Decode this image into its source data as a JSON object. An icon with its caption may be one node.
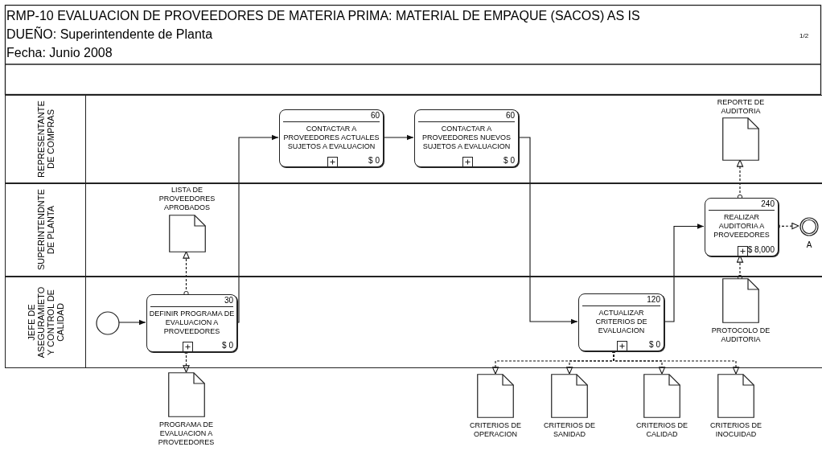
{
  "diagram": {
    "title": "RMP-10 EVALUACION DE PROVEEDORES DE MATERIA PRIMA: MATERIAL DE EMPAQUE (SACOS) AS IS",
    "nodes": [
      {
        "text": [
          "REPRESENTANTE DE COMPRAS"
        ]
      },
      {
        "text": [
          "SUPERINTENDNTE DE PLANTA"
        ]
      },
      {
        "text": [
          "JEFE DE ASEGURAMIETO Y CONTROL DE CALIDAD"
        ]
      },
      {
        "text": [],
        "shape": "circle",
        "in": 2
      },
      {
        "text": [
          "30",
          "DEFINIR PROGRAMA DE EVALUACION A PROVEEDORES",
          "$ 0"
        ],
        "in": 2
      },
      {
        "text": [
          "60",
          "CONTACTAR A PROVEEDORES ACTUALES SUJETOS A EVALUACION",
          "$ 0"
        ],
        "in": 0
      },
      {
        "text": [
          "60",
          "CONTACTAR A PROVEEDORES NUEVOS SUJETOS A EVALUACION",
          "$ 0"
        ],
        "in": 0
      },
      {
        "text": [
          "120",
          "ACTUALIZAR CRITERIOS DE EVALUACION",
          "$ 0"
        ],
        "in": 2
      },
      {
        "text": [
          "240",
          "REALIZAR AUDITORIA A PROVEEDORES",
          "$ 8,000"
        ],
        "in": 1
      },
      {
        "text": [],
        "shape": "circle",
        "beside": [
          "A"
        ],
        "in": 1
      },
      {
        "text": [
          "LISTA DE PROVEEDORES APROBADOS"
        ],
        "in": 1
      },
      {
        "text": [
          "REPORTE DE AUDITORIA"
        ],
        "in": 0
      },
      {
        "text": [
          "PROTOCOLO DE AUDITORIA"
        ],
        "in": 2
      },
      {
        "text": [
          "PROGRAMA DE EVALUACION A PROVEEDORES"
        ]
      },
      {
        "text": [
          "CRITERIOS DE OPERACION"
        ]
      },
      {
        "text": [
          "CRITERIOS DE SANIDAD"
        ]
      },
      {
        "text": [
          "CRITERIOS DE CALIDAD"
        ]
      },
      {
        "text": [
          "CRITERIOS DE INOCUIDAD"
        ]
      }
    ],
    "edges": [
      {
        "from": 3,
        "to": 4,
        "arrow": "to"
      },
      {
        "from": 4,
        "to": 5,
        "arrow": "to"
      },
      {
        "from": 5,
        "to": 6,
        "arrow": "to"
      },
      {
        "from": 6,
        "to": 7,
        "arrow": "to"
      },
      {
        "from": 7,
        "to": 8,
        "arrow": "to"
      },
      {
        "from": 8,
        "to": 9,
        "arrow": "to",
        "style": "dashed"
      },
      {
        "from": 4,
        "to": 10,
        "arrow": "to",
        "style": "dashed"
      },
      {
        "from": 4,
        "to": 13,
        "arrow": "to",
        "style": "dashed"
      },
      {
        "from": 8,
        "to": 11,
        "arrow": "to",
        "style": "dashed"
      },
      {
        "from": 12,
        "to": 8,
        "arrow": "to",
        "style": "dashed"
      },
      {
        "from": 7,
        "to": 14,
        "arrow": "to",
        "style": "dashed"
      },
      {
        "from": 7,
        "to": 15,
        "arrow": "to",
        "style": "dashed"
      },
      {
        "from": 7,
        "to": 16,
        "arrow": "to",
        "style": "dashed"
      },
      {
        "from": 7,
        "to": 17,
        "arrow": "to",
        "style": "dashed"
      }
    ],
    "labels": [
      "DUEÑO: Superintendente de Planta",
      "Fecha: Junio 2008",
      "1/2"
    ]
  }
}
